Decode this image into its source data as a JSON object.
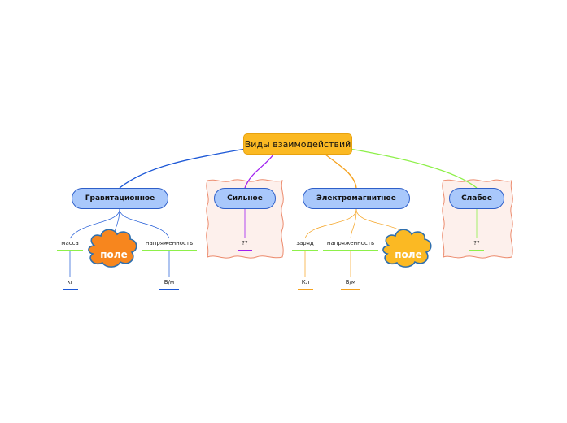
{
  "root": {
    "label": "Виды взаимодействий"
  },
  "branches": {
    "grav": {
      "label": "Гравитационное"
    },
    "strong": {
      "label": "Сильное",
      "child": "??"
    },
    "em": {
      "label": "Электромагнитное"
    },
    "weak": {
      "label": "Слабое",
      "child": "??"
    }
  },
  "grav_children": {
    "mass": {
      "label": "масса",
      "unit": "кг"
    },
    "field": {
      "label": "поле"
    },
    "intensity": {
      "label": "напряженность",
      "unit": "В/м"
    }
  },
  "em_children": {
    "charge": {
      "label": "заряд",
      "unit": "Кл"
    },
    "intensity": {
      "label": "напряженность",
      "unit": "В/м"
    },
    "field": {
      "label": "поле"
    }
  },
  "colors": {
    "root_fill": "#fbb923",
    "branch_fill": "#a9c8fb",
    "grav_line": "#1a56d6",
    "strong_line": "#a020f0",
    "em_line": "#f5a11c",
    "weak_line": "#8ef04a",
    "panel_fill": "#fdf0ec",
    "panel_border": "#ec8a6c",
    "cloud_orange": "#f7861e",
    "cloud_yellow": "#fbb923",
    "cloud_border": "#2f6fae"
  }
}
